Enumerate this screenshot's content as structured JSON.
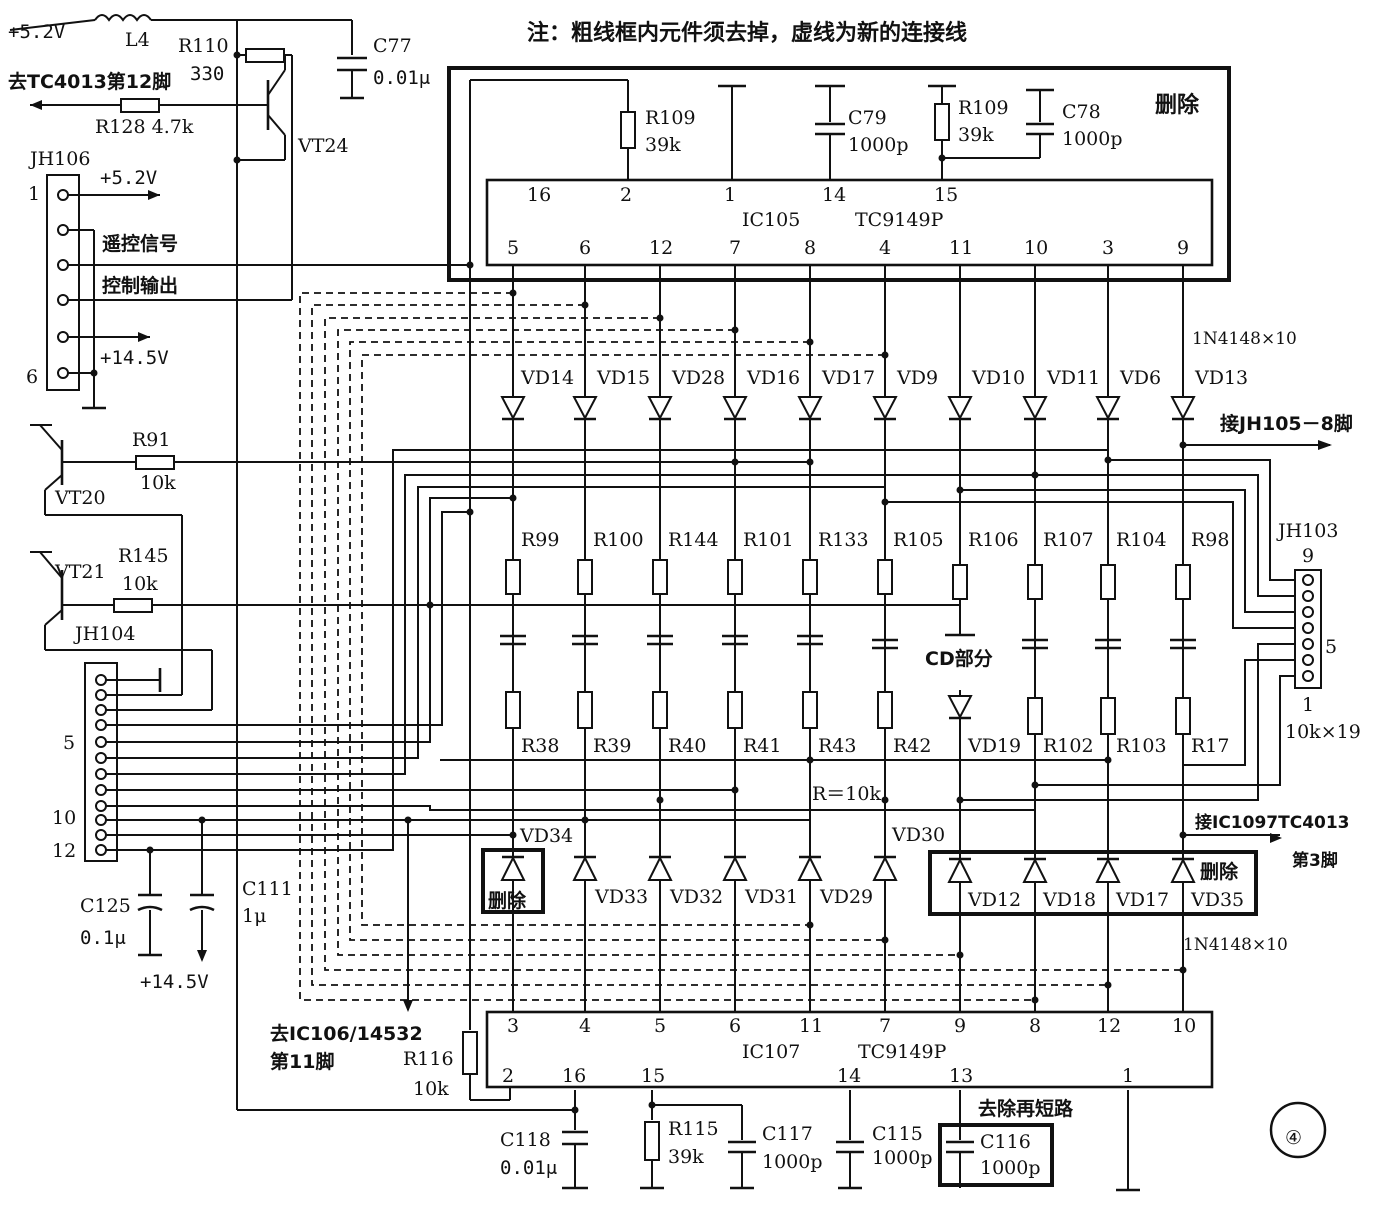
{
  "note": "注：粗线框内元件须去掉，虚线为新的连接线",
  "figure_number": "④",
  "labels": {
    "v52": "+5.2V",
    "l4": "L4",
    "r110": "R110",
    "r110_val": "330",
    "c77": "C77",
    "c77_val": "0.01μ",
    "to_tc4013_12": "去TC4013第12脚",
    "r128": "R128  4.7k",
    "vt24": "VT24",
    "jh106": "JH106",
    "jh106_p1": "1",
    "jh106_p6": "6",
    "jh106_52": "+5.2V",
    "remote_signal": "遥控信号",
    "control_output": "控制输出",
    "jh106_145": "+14.5V",
    "r91": "R91",
    "r91_val": "10k",
    "vt20": "VT20",
    "vt21": "VT21",
    "r145": "R145",
    "r145_val": "10k",
    "jh104": "JH104",
    "jh104_p5": "5",
    "jh104_p10": "10",
    "jh104_p12": "12",
    "c125": "C125",
    "c125_val": "0.1μ",
    "c111": "C111",
    "c111_val": "1μ",
    "v145_bottom": "+14.5V",
    "to_ic106": "去IC106/14532",
    "pin11": "第11脚",
    "r116": "R116",
    "r116_val": "10k",
    "r109a": "R109",
    "r109a_val": "39k",
    "c79": "C79",
    "c79_val": "1000p",
    "r109b": "R109",
    "r109b_val": "39k",
    "c78": "C78",
    "c78_val": "1000p",
    "delete": "删除",
    "ic105": "IC105",
    "ic105_type": "TC9149P",
    "ic107": "IC107",
    "ic107_type": "TC9149P",
    "diodes_note_top": "1N4148×10",
    "diodes_note_bottom": "1N4148×10",
    "to_jh105": "接JH105－8脚",
    "jh103": "JH103",
    "jh103_p9": "9",
    "jh103_p5": "5",
    "jh103_p1": "1",
    "res_note": "10k×19",
    "cd_part": "CD部分",
    "r_eq": "R＝10k",
    "vd30": "VD30",
    "vd34": "VD34",
    "vd19": "VD19",
    "to_ic109": "接IC1097TC4013",
    "pin3": "第3脚",
    "c118": "C118",
    "c118_val": "0.01μ",
    "r115": "R115",
    "r115_val": "39k",
    "c117": "C117",
    "c117_val": "1000p",
    "c115": "C115",
    "c115_val": "1000p",
    "c116": "C116",
    "c116_val": "1000p",
    "remove_short": "去除再短路"
  },
  "ic105_top_pins": [
    "16",
    "2",
    "1",
    "14",
    "15"
  ],
  "ic105_bottom_pins": [
    "5",
    "6",
    "12",
    "7",
    "8",
    "4",
    "11",
    "10",
    "3",
    "9"
  ],
  "ic107_top_pins": [
    "3",
    "4",
    "5",
    "6",
    "11",
    "7",
    "9",
    "8",
    "12",
    "10"
  ],
  "ic107_bottom_pins": [
    "2",
    "16",
    "15",
    "14",
    "13",
    "1"
  ],
  "top_diodes": [
    "VD14",
    "VD15",
    "VD28",
    "VD16",
    "VD17",
    "VD9",
    "VD10",
    "VD11",
    "VD6",
    "VD13"
  ],
  "upper_resistors": [
    "R99",
    "R100",
    "R144",
    "R101",
    "R133",
    "R105",
    "R106",
    "R107",
    "R104",
    "R98"
  ],
  "lower_resistors": [
    "R38",
    "R39",
    "R40",
    "R41",
    "R43",
    "R42",
    "R102",
    "R103",
    "R17"
  ],
  "bottom_diodes_left": [
    "VD33",
    "VD32",
    "VD31",
    "VD29"
  ],
  "bottom_diodes_right": [
    "VD12",
    "VD18",
    "VD17",
    "VD35"
  ]
}
